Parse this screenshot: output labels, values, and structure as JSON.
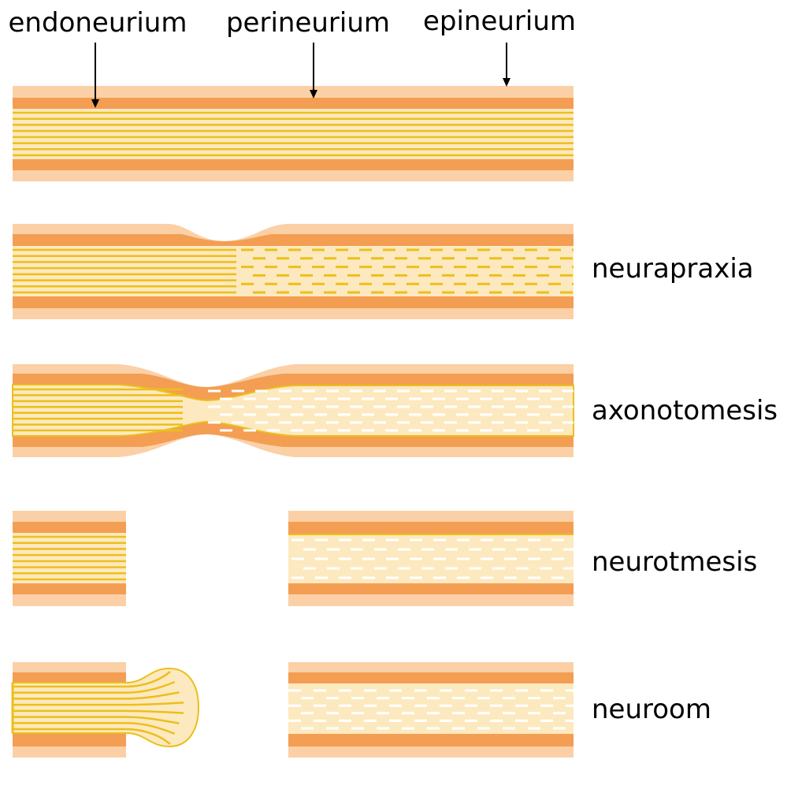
{
  "labels": {
    "endoneurium": "endoneurium",
    "perineurium": "perineurium",
    "epineurium": "epineurium"
  },
  "stages": [
    {
      "id": "neurapraxia",
      "label": "neurapraxia"
    },
    {
      "id": "axonotomesis",
      "label": "axonotomesis"
    },
    {
      "id": "neurotmesis",
      "label": "neurotmesis"
    },
    {
      "id": "neuroom",
      "label": "neuroom"
    }
  ],
  "colors": {
    "epineurium": "#fbd0a6",
    "perineurium": "#f39e53",
    "endoneurium": "#fde9bf",
    "axon": "#ecbf1c",
    "degenerated": "#ffffff",
    "ink": "#000000"
  }
}
